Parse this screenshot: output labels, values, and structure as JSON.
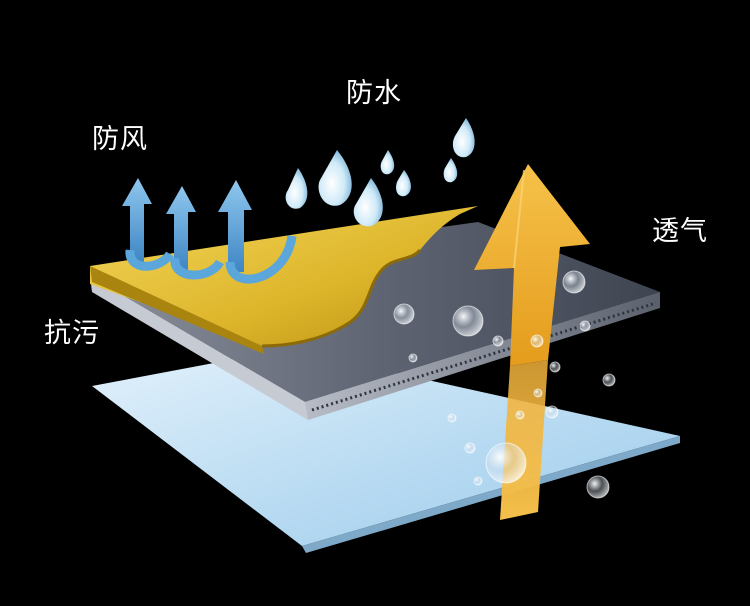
{
  "labels": {
    "windproof": "防风",
    "waterproof": "防水",
    "breathable": "透气",
    "antifouling": "抗污"
  },
  "colors": {
    "background": "#000000",
    "top_coating": "#e3c23a",
    "membrane": "#6e7482",
    "base_fabric": "#c9e3f6",
    "wind_arrow": "#5ba6da",
    "vapor_arrow": "#f2b437",
    "water_drop": "#cfeaf8"
  },
  "icons": [
    "wind-arrow-icon",
    "water-drop-icon",
    "vapor-arrow-icon",
    "bubble-icon"
  ]
}
